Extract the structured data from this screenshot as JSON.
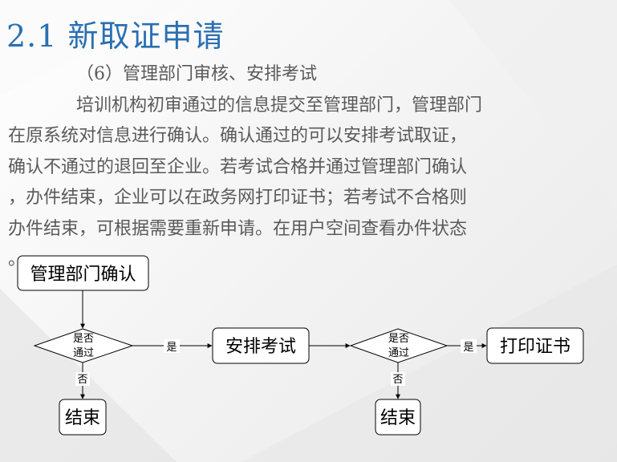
{
  "slide": {
    "title": "2.1 新取证申请",
    "heading": "（6）管理部门审核、安排考试",
    "paragraph": [
      "培训机构初审通过的信息提交至管理部门，管理部门",
      "在原系统对信息进行确认。确认通过的可以安排考试取证，",
      "确认不通过的退回至企业。若考试合格并通过管理部门确认",
      "，办件结束，企业可以在政务网打印证书；若考试不合格则",
      "办件结束，可根据需要重新申请。在用户空间查看办件状态",
      "。"
    ]
  },
  "flowchart": {
    "box_confirm": "管理部门确认",
    "decision1": [
      "是否",
      "通过"
    ],
    "yes1": "是",
    "no1": "否",
    "end1": "结束",
    "box_exam": "安排考试",
    "decision2": [
      "是否",
      "通过"
    ],
    "yes2": "是",
    "no2": "否",
    "end2": "结束",
    "box_print": "打印证书"
  },
  "colors": {
    "title": "#2a6fb3",
    "body_text": "#5a5a5a",
    "flow_stroke": "#000000"
  }
}
